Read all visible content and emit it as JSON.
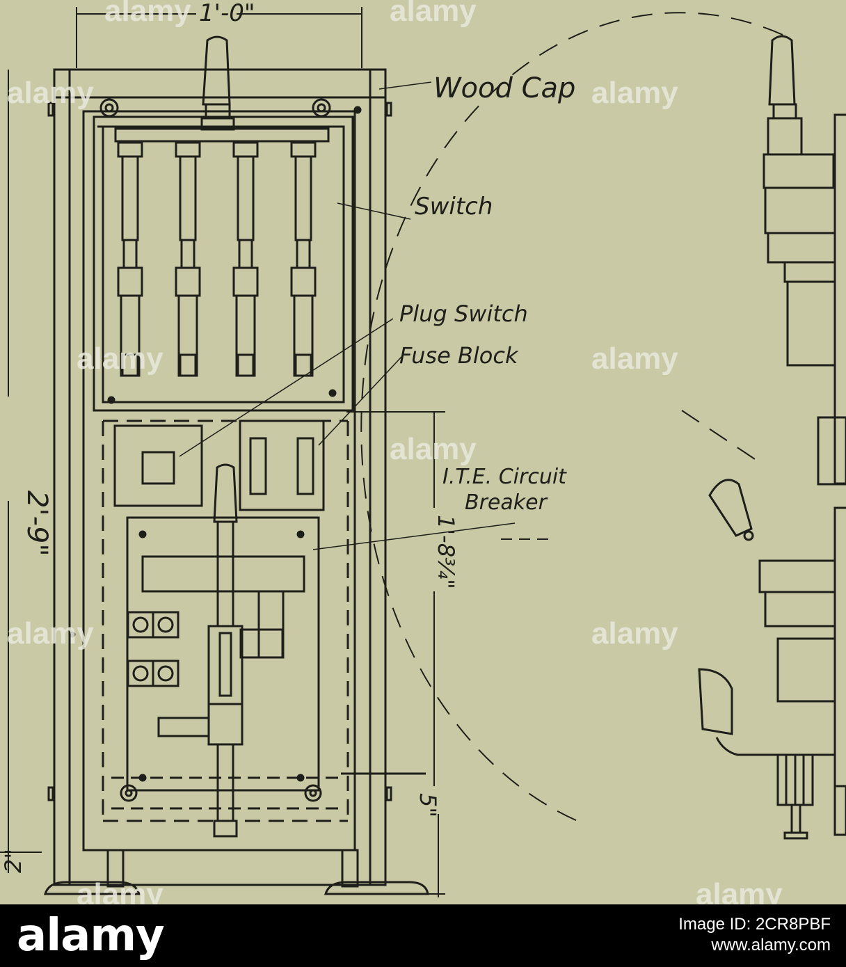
{
  "labels": {
    "width_dim": "1'-0\"",
    "wood_cap": "Wood Cap",
    "switch": "Switch",
    "plug_switch": "Plug Switch",
    "fuse_block": "Fuse Block",
    "breaker_1": "I.T.E. Circuit",
    "breaker_2": "Breaker",
    "height_dim": "2'-9\"",
    "breaker_dim": "1'-8¾\"",
    "base_dim": "5\"",
    "leg_dim": "2\""
  },
  "watermark": "alamy",
  "footer": {
    "logo": "alamy",
    "image_id": "Image ID: 2CR8PBF",
    "site": "www.alamy.com"
  },
  "colors": {
    "paper": "#c9c9a5",
    "ink": "#1e1e1a",
    "footer": "#000000"
  }
}
